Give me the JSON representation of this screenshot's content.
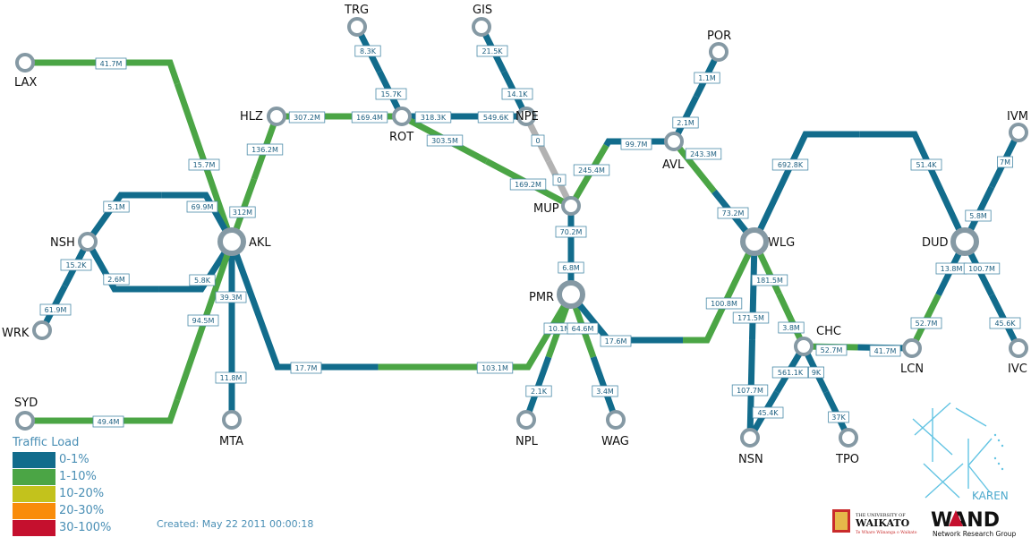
{
  "colors": {
    "blue": "#126c8c",
    "green": "#4ba545",
    "grey": "#b2b2b2",
    "node_ring": "#8599a4",
    "label_border": "#4a8aa8",
    "label_text": "#1d5f80",
    "legend_text": "#4a8fb5"
  },
  "nodes": [
    {
      "id": "LAX",
      "label": "LAX"
    },
    {
      "id": "HLZ",
      "label": "HLZ"
    },
    {
      "id": "ROT",
      "label": "ROT"
    },
    {
      "id": "TRG",
      "label": "TRG"
    },
    {
      "id": "GIS",
      "label": "GIS"
    },
    {
      "id": "NPE",
      "label": "NPE"
    },
    {
      "id": "POR",
      "label": "POR"
    },
    {
      "id": "AVL",
      "label": "AVL"
    },
    {
      "id": "IVM",
      "label": "IVM"
    },
    {
      "id": "MUP",
      "label": "MUP"
    },
    {
      "id": "AKL",
      "label": "AKL"
    },
    {
      "id": "NSH",
      "label": "NSH"
    },
    {
      "id": "WRK",
      "label": "WRK"
    },
    {
      "id": "SYD",
      "label": "SYD"
    },
    {
      "id": "MTA",
      "label": "MTA"
    },
    {
      "id": "PMR",
      "label": "PMR"
    },
    {
      "id": "NPL",
      "label": "NPL"
    },
    {
      "id": "WAG",
      "label": "WAG"
    },
    {
      "id": "WLG",
      "label": "WLG"
    },
    {
      "id": "CHC",
      "label": "CHC"
    },
    {
      "id": "NSN",
      "label": "NSN"
    },
    {
      "id": "TPO",
      "label": "TPO"
    },
    {
      "id": "DUD",
      "label": "DUD"
    },
    {
      "id": "LCN",
      "label": "LCN"
    },
    {
      "id": "IVC",
      "label": "IVC"
    }
  ],
  "link_labels": [
    "41.7M",
    "15.7M",
    "307.2M",
    "169.4M",
    "136.2M",
    "312M",
    "8.3K",
    "15.7K",
    "318.3K",
    "549.6K",
    "21.5K",
    "14.1K",
    "0",
    "0",
    "303.5M",
    "169.2M",
    "245.4M",
    "99.7M",
    "1.1M",
    "2.1M",
    "243.3M",
    "73.2M",
    "692.8K",
    "51.4K",
    "7M",
    "5.8M",
    "13.8M",
    "52.7M",
    "100.7M",
    "45.6K",
    "5.1M",
    "69.9M",
    "15.2K",
    "61.9M",
    "2.6M",
    "5.8K",
    "39.3M",
    "11.8M",
    "94.5M",
    "49.4M",
    "17.7M",
    "103.1M",
    "70.2M",
    "6.8M",
    "10.1M",
    "64.6M",
    "2.1K",
    "3.4M",
    "17.6M",
    "100.8M",
    "181.5M",
    "3.8M",
    "171.5M",
    "107.7M",
    "52.7M",
    "41.7M",
    "561.1K",
    "45.4K",
    "9K",
    "37K"
  ],
  "legend": {
    "title": "Traffic Load",
    "items": [
      {
        "label": "0-1%",
        "color": "#126c8c"
      },
      {
        "label": "1-10%",
        "color": "#4ba545"
      },
      {
        "label": "10-20%",
        "color": "#c3c21c"
      },
      {
        "label": "20-30%",
        "color": "#f98c0a"
      },
      {
        "label": "30-100%",
        "color": "#c5102e"
      }
    ]
  },
  "created": "Created: May 22 2011 00:00:18",
  "logos": {
    "karen": "KAREN",
    "waikato_small": "THE UNIVERSITY OF",
    "waikato_name": "WAIKATO",
    "waikato_motto": "Te Whare Wānanga o Waikato",
    "wand": "WAND",
    "wand_sub": "Network Research Group"
  }
}
